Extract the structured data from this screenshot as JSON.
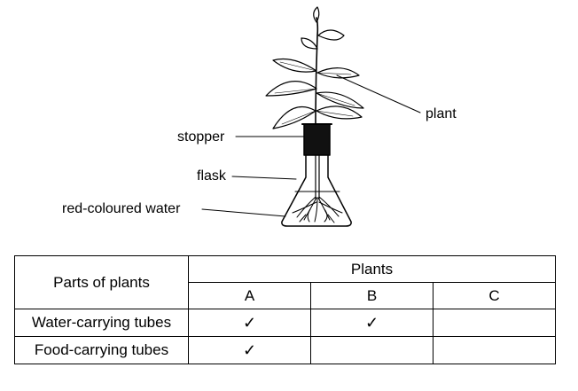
{
  "labels": {
    "plant": "plant",
    "stopper": "stopper",
    "flask": "flask",
    "water": "red-coloured water"
  },
  "table": {
    "row_header": "Parts of plants",
    "group_header": "Plants",
    "columns": [
      "A",
      "B",
      "C"
    ],
    "rows": [
      {
        "label": "Water-carrying tubes",
        "cells": [
          "✓",
          "✓",
          ""
        ]
      },
      {
        "label": "Food-carrying tubes",
        "cells": [
          "✓",
          "",
          ""
        ]
      }
    ]
  }
}
